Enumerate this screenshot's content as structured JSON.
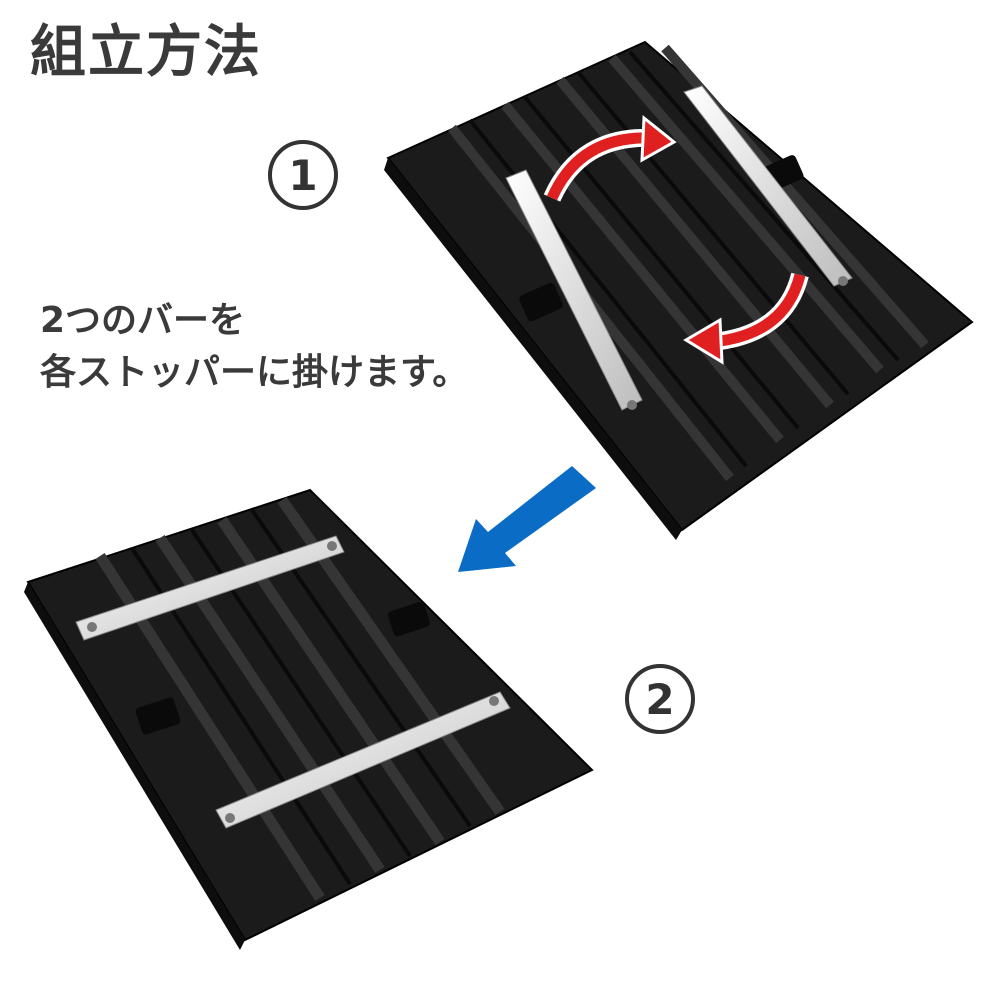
{
  "title": "組立方法",
  "caption": {
    "line1": "2つのバーを",
    "line2": "各ストッパーに掛けます。"
  },
  "steps": {
    "step1": "1",
    "step2": "2"
  },
  "colors": {
    "rotate_arrow": "#e02020",
    "direction_arrow": "#0a6cc4",
    "board": "#1b1b1b",
    "bar": "#e4e4e4"
  }
}
